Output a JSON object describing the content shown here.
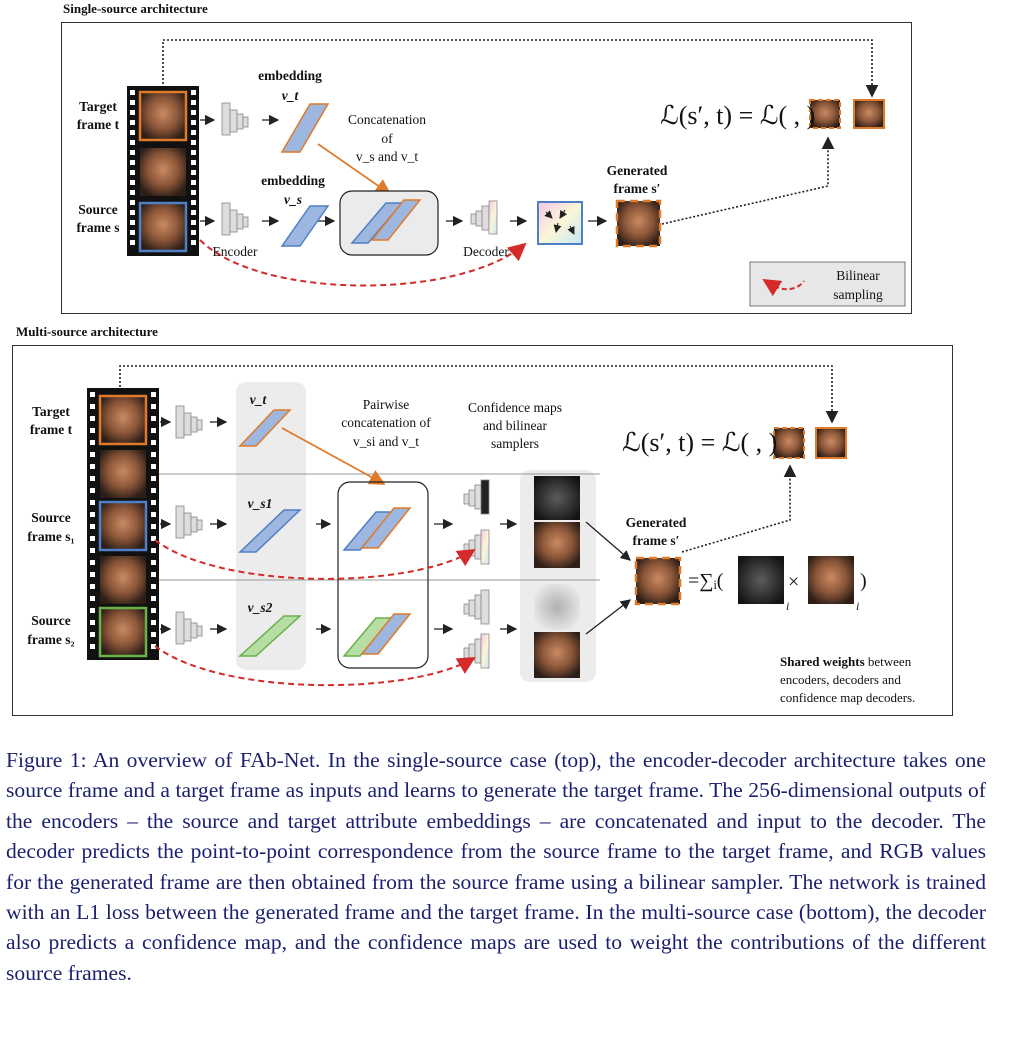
{
  "single": {
    "heading": "Single-source architecture",
    "target_label_1": "Target",
    "target_label_2": "frame t",
    "source_label_1": "Source",
    "source_label_2": "frame s",
    "embedding_vt_word": "embedding",
    "embedding_vt_sym": "v_t",
    "embedding_vs_word": "embedding",
    "embedding_vs_sym": "v_s",
    "concat_1": "Concatenation",
    "concat_2": "of",
    "concat_3": "v_s and v_t",
    "encoder": "Encoder",
    "decoder": "Decoder",
    "generated_1": "Generated",
    "generated_2": "frame s′",
    "loss": "ℒ(s′, t) = ℒ(   ,   )",
    "legend_1": "Bilinear",
    "legend_2": "sampling"
  },
  "multi": {
    "heading": "Multi-source architecture",
    "target_label_1": "Target",
    "target_label_2": "frame t",
    "source1_label_1": "Source",
    "source1_label_2": "frame s₁",
    "source2_label_1": "Source",
    "source2_label_2": "frame s₂",
    "vt": "v_t",
    "vs1": "v_s1",
    "vs2": "v_s2",
    "pairwise_1": "Pairwise",
    "pairwise_2": "concatenation of",
    "pairwise_3": "v_si and v_t",
    "conf_1": "Confidence maps",
    "conf_2": "and bilinear",
    "conf_3": "samplers",
    "generated_1": "Generated",
    "generated_2": "frame s′",
    "loss": "ℒ(s′, t) = ℒ(   ,   )",
    "sum": "=∑ᵢ(",
    "times": "×",
    "close": ")",
    "sub_i": "i",
    "shared_1": "Shared weights",
    "shared_1b": " between",
    "shared_2": "encoders, decoders and",
    "shared_3": "confidence map decoders."
  },
  "caption": {
    "label": "Figure 1:",
    "text": "An overview of FAb-Net. In the single-source case (top), the encoder-decoder architecture takes one source frame and a target frame as inputs and learns to generate the target frame. The 256-dimensional outputs of the encoders – the source and target attribute embeddings – are concatenated and input to the decoder. The decoder predicts the point-to-point correspondence from the source frame to the target frame, and RGB values for the generated frame are then obtained from the source frame using a bilinear sampler. The network is trained with an L1 loss between the generated frame and the target frame. In the multi-source case (bottom), the decoder also predicts a confidence map, and the confidence maps are used to weight the contributions of the different source frames."
  },
  "colors": {
    "orange": "#e07a2b",
    "blue": "#4f7fc4",
    "green": "#69b24a",
    "red_dashed": "#d62a2a",
    "caption_text": "#1a1f6e"
  }
}
